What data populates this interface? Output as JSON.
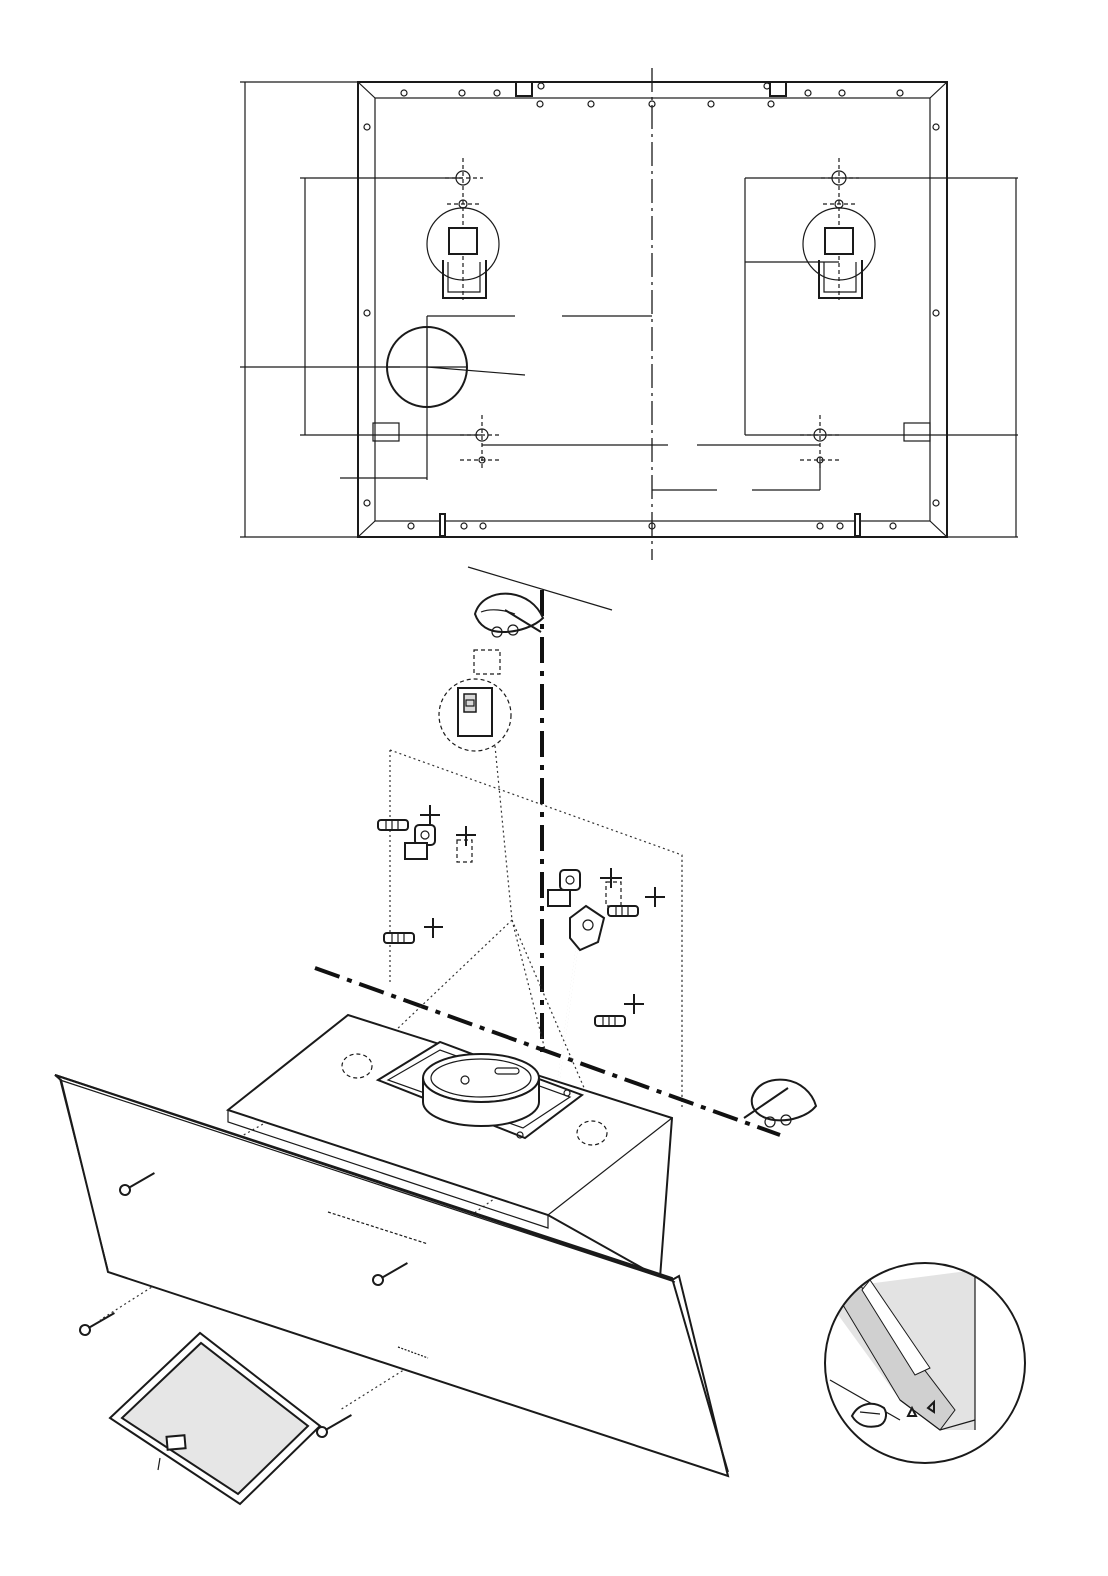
{
  "page": {
    "title": "",
    "background": "#ffffff",
    "line_color": "#1a1a1a"
  },
  "figures": [
    {
      "id": "wall-template",
      "description_visible_text": ""
    },
    {
      "id": "mounting-exploded-view",
      "description_visible_text": ""
    },
    {
      "id": "glass-panel-detail",
      "description_visible_text": ""
    }
  ],
  "icons": [
    "hand-with-pencil-icon",
    "wall-plug-icon",
    "bracket-icon",
    "screw-icon",
    "cross-mark-icon"
  ]
}
